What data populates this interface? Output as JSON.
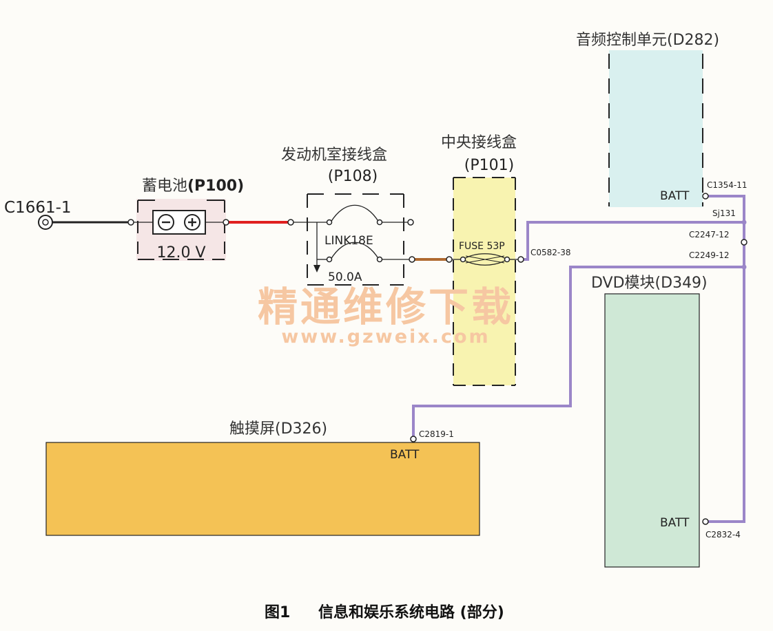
{
  "battery": {
    "connector": "C1661-1",
    "title": "蓄电池",
    "code": "(P100)",
    "voltage": "12.0 V"
  },
  "engine_box": {
    "title": "发动机室接线盒",
    "code": "(P108)",
    "link": "LINK18E",
    "rating": "50.0A"
  },
  "central_box": {
    "title": "中央接线盒",
    "code": "(P101)",
    "fuse": "FUSE 53P",
    "connector": "C0582-38"
  },
  "audio_unit": {
    "title": "音频控制单元(D282)",
    "pin": "BATT",
    "connector": "C1354-11"
  },
  "splice": "Sj131",
  "connectors": {
    "c2247": "C2247-12",
    "c2249": "C2249-12"
  },
  "dvd_module": {
    "title": "DVD模块(D349)",
    "pin": "BATT",
    "connector": "C2832-4"
  },
  "touchscreen": {
    "title": "触摸屏(D326)",
    "pin": "BATT",
    "connector": "C2819-1"
  },
  "watermark": {
    "line1": "精通维修下载",
    "line2": "www.gzweix.com"
  },
  "caption": {
    "figure": "图1",
    "text": "信息和娱乐系统电路 (部分)"
  },
  "colors": {
    "battery_cable": "#222222",
    "fused_positive": "#e02020",
    "fuse_link_wire": "#b06a30",
    "signal_wire": "#9b86c8",
    "central_box_fill": "#f8f3b0",
    "audio_unit_fill": "#d9f0ef",
    "dvd_fill": "#cfe8d6",
    "touchscreen_fill": "#f4c255",
    "battery_fill": "#f5e6e6"
  }
}
